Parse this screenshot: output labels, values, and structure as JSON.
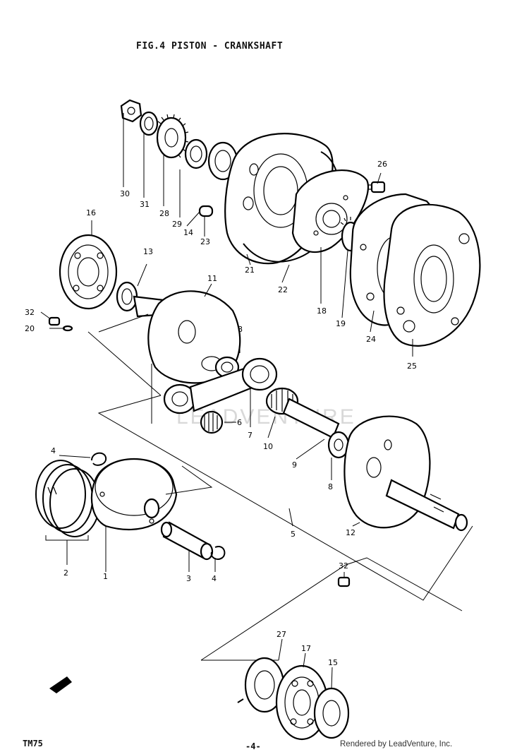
{
  "figure": {
    "title": "FIG.4  PISTON - CRANKSHAFT",
    "model_code": "TM75",
    "page_number": "-4-",
    "credit": "Rendered by LeadVenture, Inc.",
    "watermark": "LEADVENTURE"
  },
  "callouts": {
    "p1": "1",
    "p2": "2",
    "p3": "3",
    "p4a": "4",
    "p4b": "4",
    "p5": "5",
    "p6": "6",
    "p7": "7",
    "p8a": "8",
    "p8b": "8",
    "p9": "9",
    "p10": "10",
    "p11": "11",
    "p12": "12",
    "p13": "13",
    "p14": "14",
    "p15": "15",
    "p16": "16",
    "p17": "17",
    "p18": "18",
    "p19": "19",
    "p20": "20",
    "p21": "21",
    "p22": "22",
    "p23": "23",
    "p24": "24",
    "p25": "25",
    "p26": "26",
    "p27": "27",
    "p28": "28",
    "p29": "29",
    "p30": "30",
    "p31": "31",
    "p32a": "32",
    "p32b": "32"
  }
}
